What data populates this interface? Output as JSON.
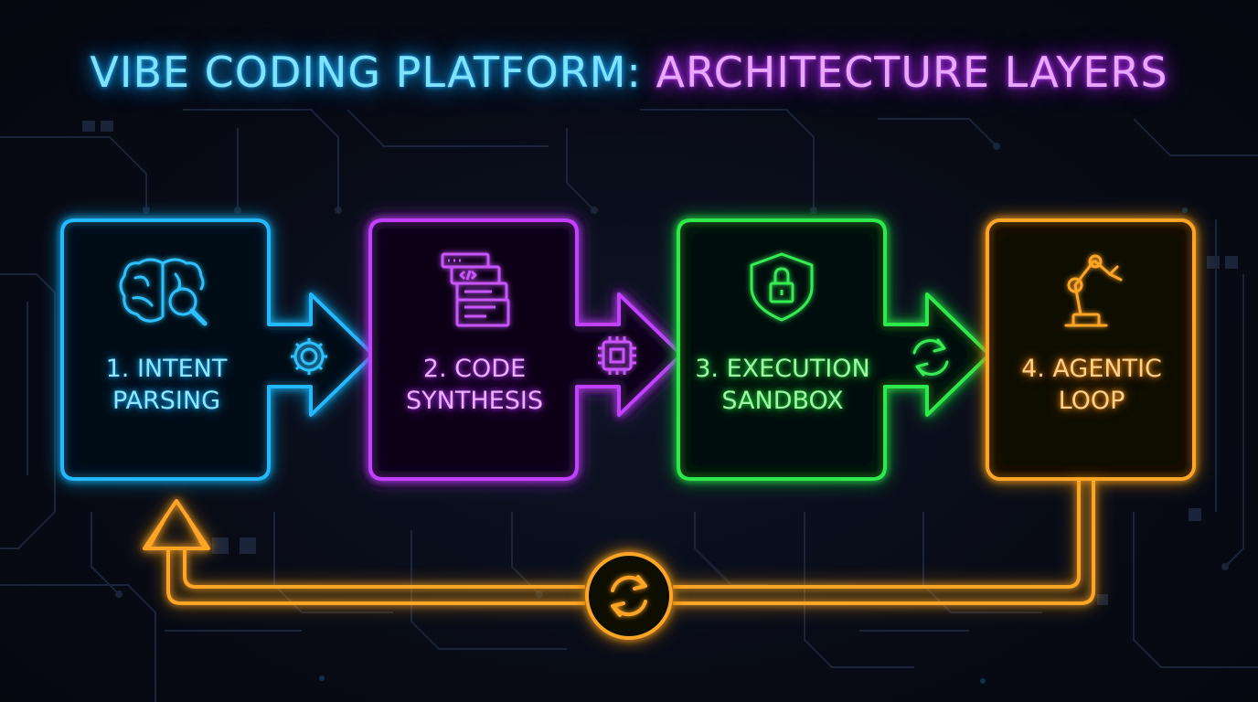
{
  "title": {
    "part1": "VIBE CODING PLATFORM:",
    "part2": "ARCHITECTURE LAYERS"
  },
  "layers": [
    {
      "line1": "1. INTENT",
      "line2": "PARSING",
      "icon": "brain-magnifier-icon",
      "color": "#1fb8ff"
    },
    {
      "line1": "2. CODE",
      "line2": "SYNTHESIS",
      "icon": "code-stack-icon",
      "color": "#c040ff"
    },
    {
      "line1": "3. EXECUTION",
      "line2": "SANDBOX",
      "icon": "shield-lock-icon",
      "color": "#2ee84a"
    },
    {
      "line1": "4. AGENTIC",
      "line2": "LOOP",
      "icon": "robot-arm-icon",
      "color": "#ffa424"
    }
  ],
  "connectors": [
    {
      "icon": "gear-icon",
      "color": "#1fb8ff"
    },
    {
      "icon": "cpu-chip-icon",
      "color": "#c040ff"
    },
    {
      "icon": "refresh-icon",
      "color": "#2ee84a"
    }
  ],
  "feedback_loop": {
    "icon": "refresh-icon",
    "color": "#ffa424"
  }
}
